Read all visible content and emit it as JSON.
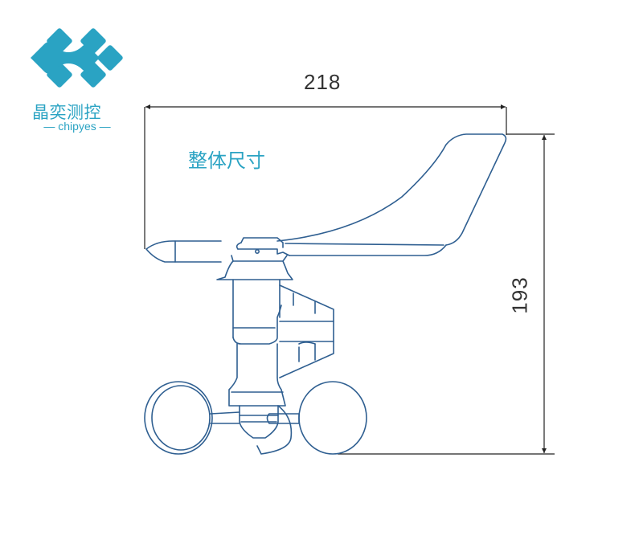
{
  "brand": {
    "name_cn": "晶奕测控",
    "name_en": "— chipyes —",
    "logo_icon": "diamond-tiles-logo-icon",
    "color": "#2aa3c3"
  },
  "drawing": {
    "title": "整体尺寸",
    "subject": "wind sensor (vane + cup anemometer)",
    "dimensions": {
      "width": "218",
      "height": "193"
    },
    "line_color": "#2f5f91",
    "dimension_line_color": "#222222"
  }
}
